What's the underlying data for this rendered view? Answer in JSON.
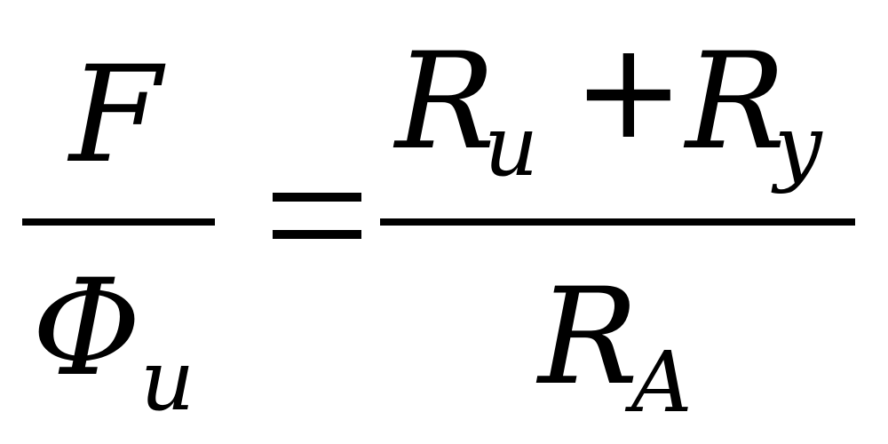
{
  "formula": {
    "left": {
      "numerator": {
        "symbol": "F"
      },
      "denominator": {
        "symbol": "Φ",
        "subscript": "u"
      }
    },
    "relation": "=",
    "right": {
      "numerator": {
        "term1": {
          "symbol": "R",
          "subscript": "u"
        },
        "operator": "+",
        "term2": {
          "symbol": "R",
          "subscript": "y"
        }
      },
      "denominator": {
        "symbol": "R",
        "subscript": "A"
      }
    }
  }
}
